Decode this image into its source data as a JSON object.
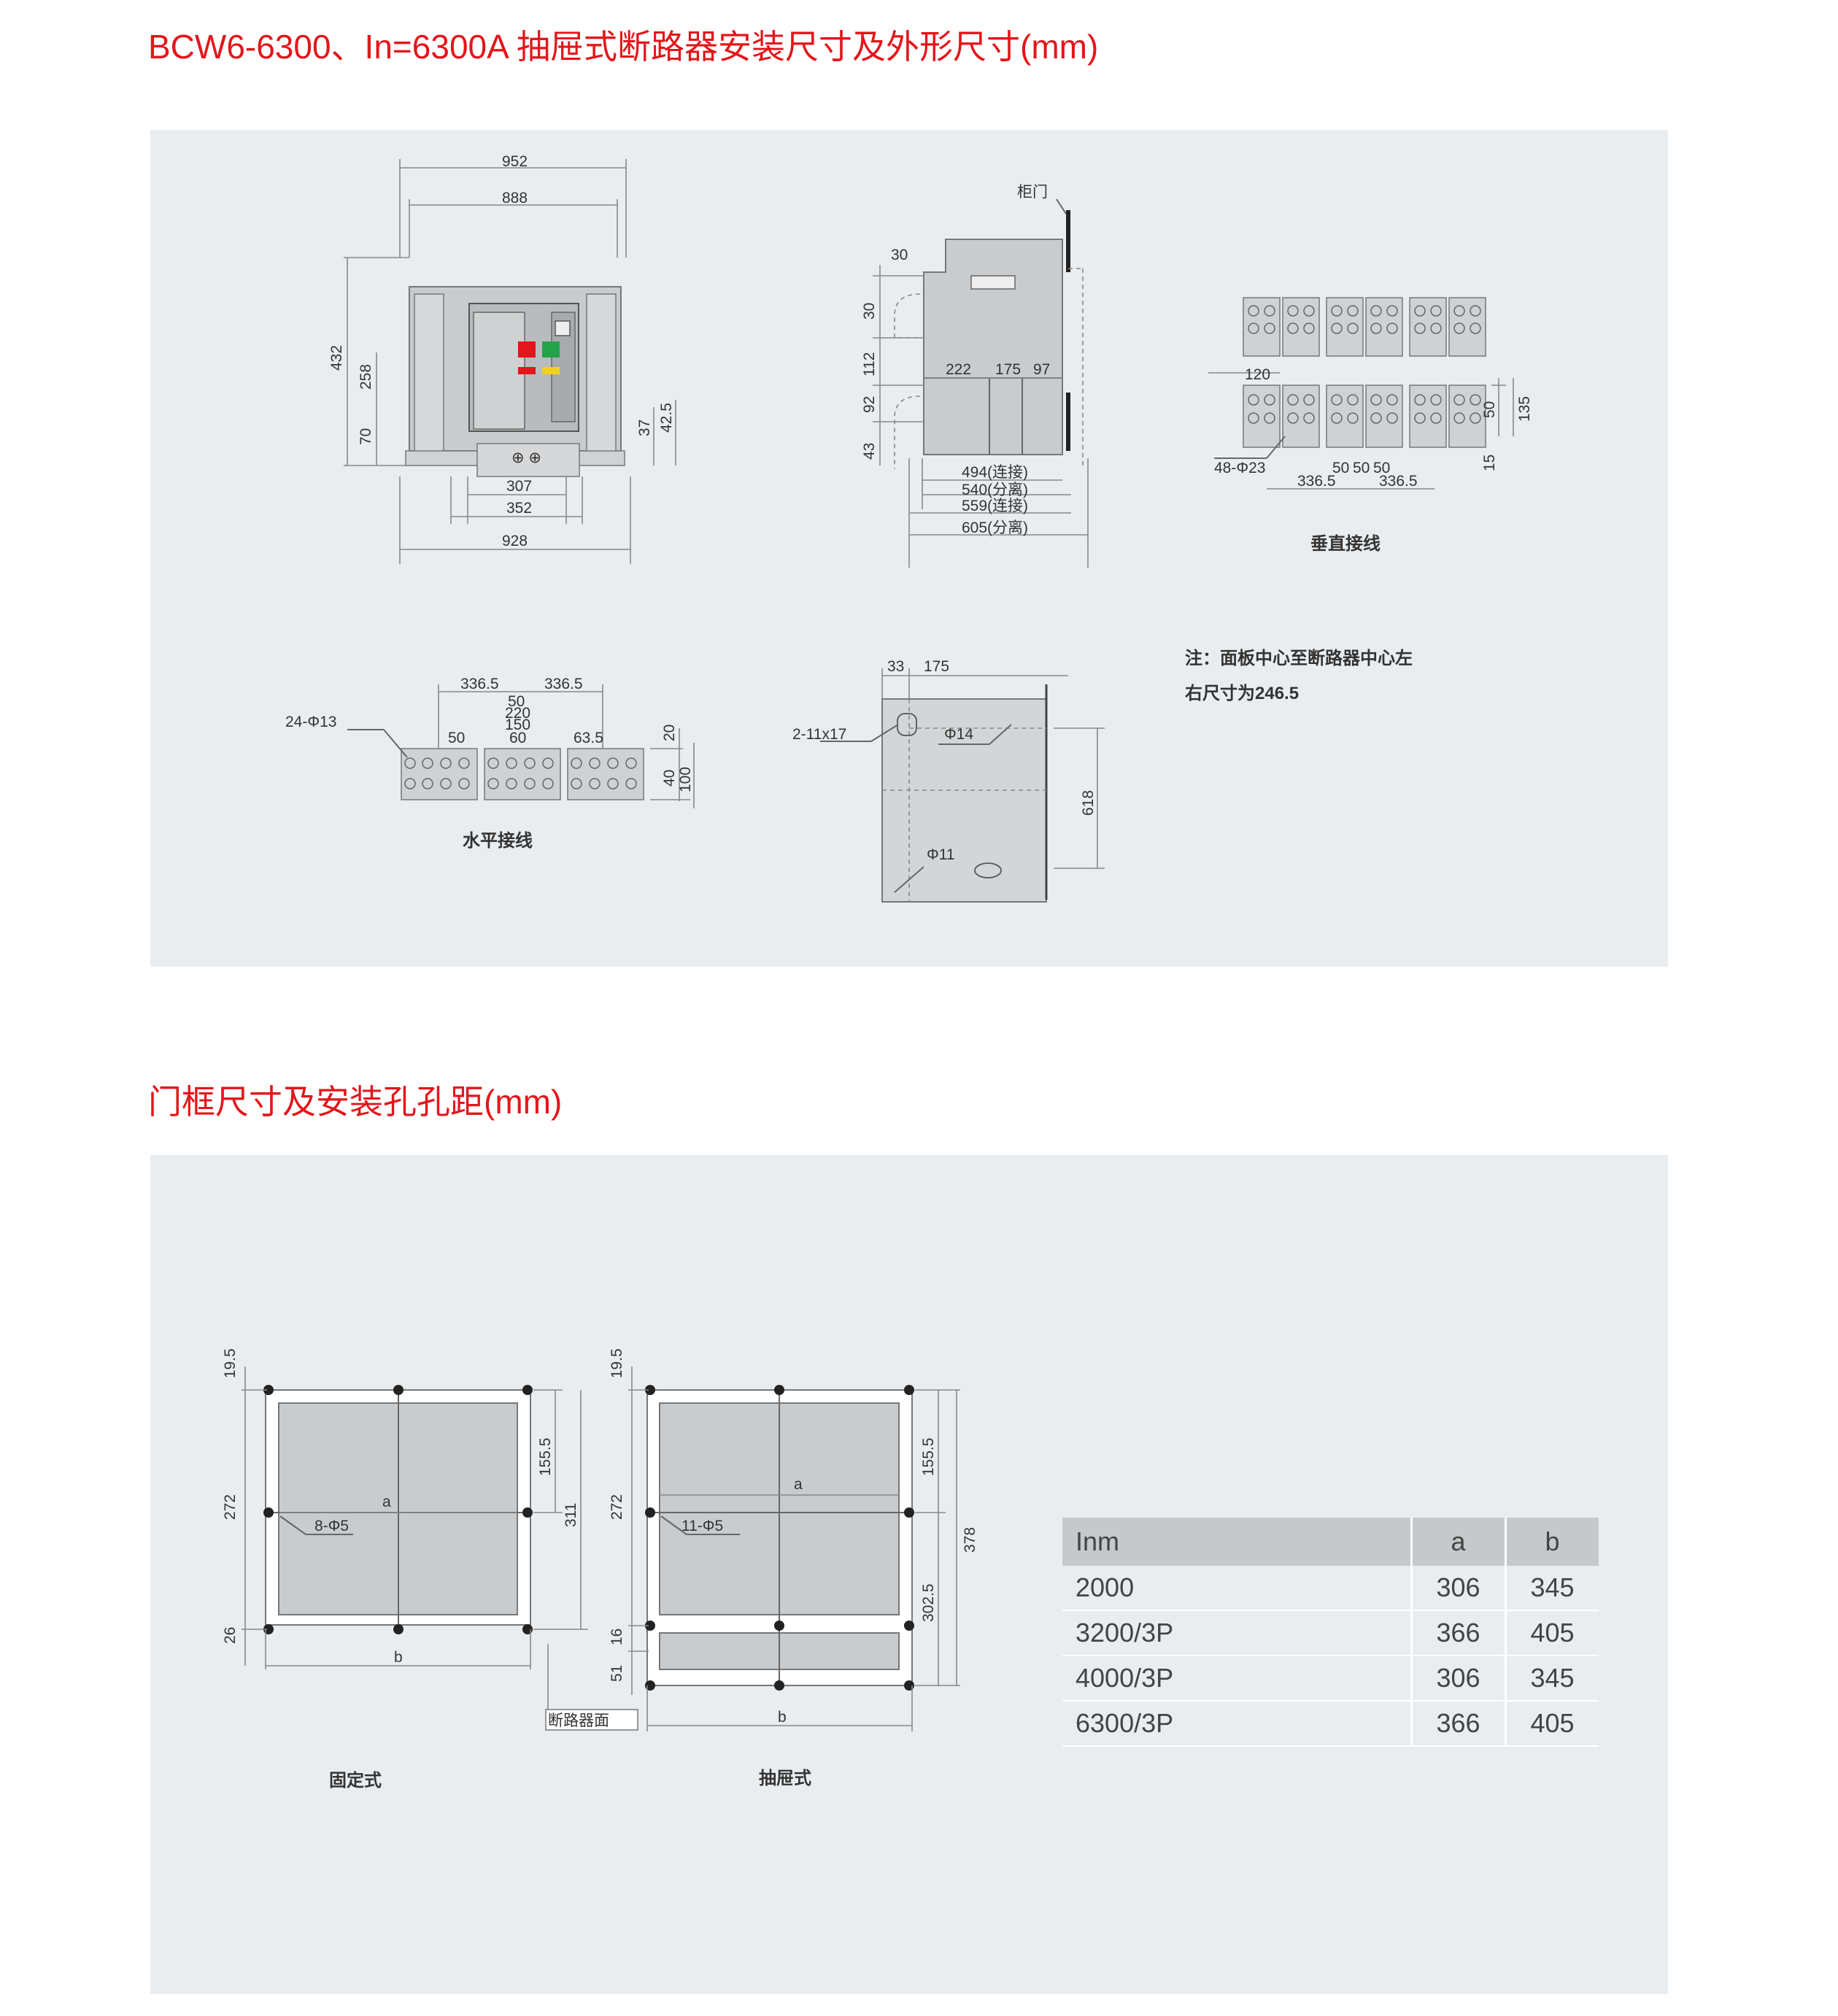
{
  "section1": {
    "title": "BCW6-6300、In=6300A 抽屉式断路器安装尺寸及外形尺寸(mm)",
    "front_view": {
      "dims": [
        "952",
        "888",
        "432",
        "258",
        "70",
        "37",
        "42.5",
        "307",
        "352",
        "928"
      ]
    },
    "side_view": {
      "cabinet_door": "柜门",
      "dims": [
        "30",
        "30",
        "112",
        "92",
        "43",
        "222",
        "175",
        "97"
      ],
      "bottom_dims": [
        "494(连接)",
        "540(分离)",
        "559(连接)",
        "605(分离)"
      ]
    },
    "vertical_wiring": {
      "label": "垂直接线",
      "dims": [
        "120",
        "48-Φ23",
        "50",
        "50",
        "50",
        "336.5",
        "336.5",
        "50",
        "135",
        "15"
      ]
    },
    "note_lines": [
      "注：面板中心至断路器中心左",
      "右尺寸为246.5"
    ],
    "horizontal_wiring": {
      "label": "水平接线",
      "dims": [
        "24-Φ13",
        "336.5",
        "336.5",
        "50",
        "220",
        "150",
        "60",
        "50",
        "63.5",
        "20",
        "40",
        "100"
      ]
    },
    "mounting": {
      "dims": [
        "33",
        "175",
        "2-11x17",
        "Φ14",
        "Φ11",
        "618"
      ]
    }
  },
  "section2": {
    "title": "门框尺寸及安装孔孔距(mm)",
    "fixed_type": {
      "label": "固定式",
      "dims": [
        "19.5",
        "272",
        "26",
        "155.5",
        "311",
        "a",
        "b",
        "8-Φ5"
      ],
      "breaker_face": "断路器面"
    },
    "drawer_type": {
      "label": "抽屉式",
      "dims": [
        "19.5",
        "272",
        "51",
        "16",
        "155.5",
        "302.5",
        "378",
        "a",
        "b",
        "11-Φ5"
      ]
    },
    "table": {
      "headers": [
        "Inm",
        "a",
        "b"
      ],
      "rows": [
        [
          "2000",
          "306",
          "345"
        ],
        [
          "3200/3P",
          "366",
          "405"
        ],
        [
          "4000/3P",
          "306",
          "345"
        ],
        [
          "6300/3P",
          "366",
          "405"
        ]
      ]
    }
  },
  "colors": {
    "title": "#e3161b",
    "panel": "#e9edf0",
    "table_header": "#c6c9cc"
  }
}
